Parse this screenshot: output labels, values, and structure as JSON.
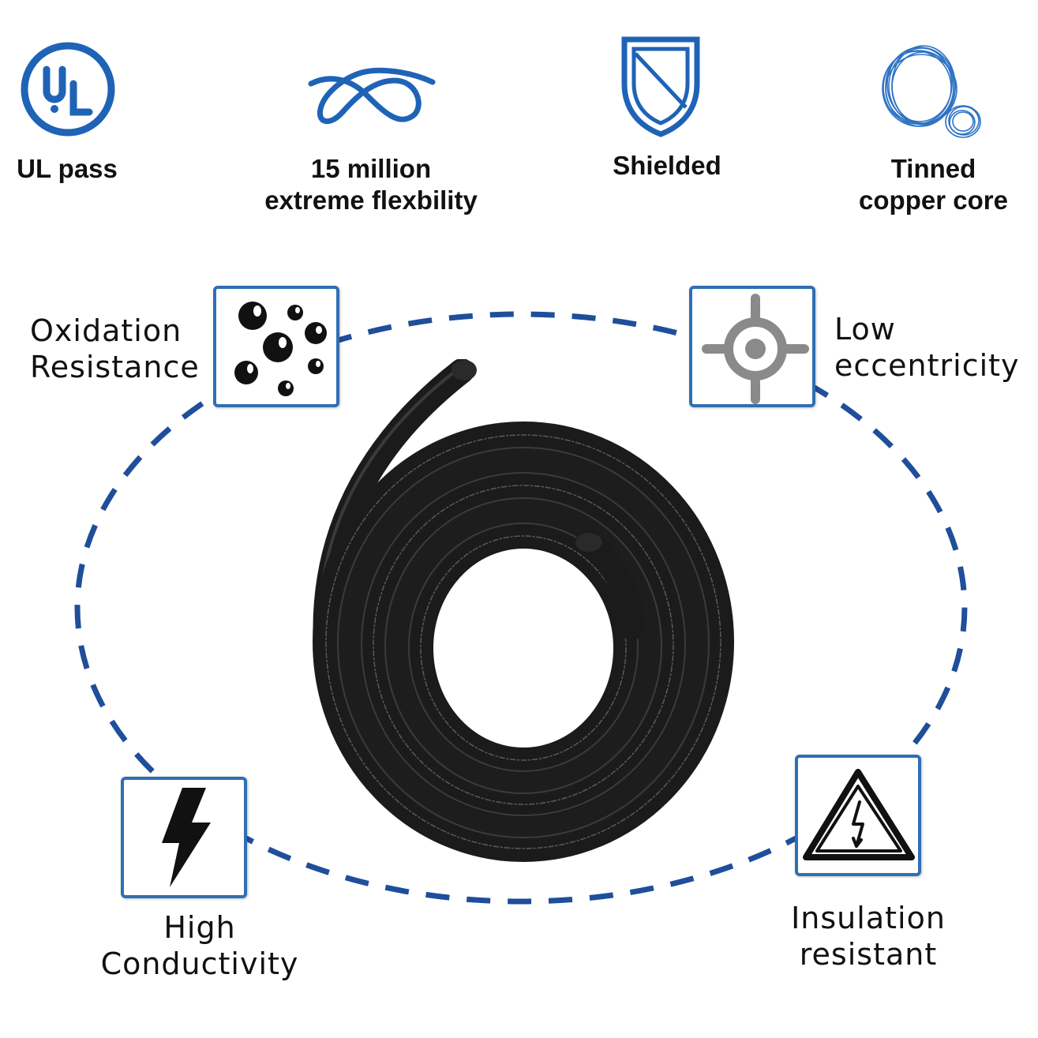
{
  "top_features": [
    {
      "icon": "ul-logo-icon",
      "label": "UL pass"
    },
    {
      "icon": "knot-icon",
      "label_line1": "15 million",
      "label_line2": "extreme flexbility"
    },
    {
      "icon": "shield-icon",
      "label": "Shielded"
    },
    {
      "icon": "wire-coil-icon",
      "label_line1": "Tinned",
      "label_line2": "copper core"
    }
  ],
  "ring_features": [
    {
      "icon": "particles-icon",
      "label_line1": "Oxidation",
      "label_line2": "Resistance"
    },
    {
      "icon": "target-icon",
      "label_line1": "Low",
      "label_line2": "eccentricity"
    },
    {
      "icon": "lightning-bolt-icon",
      "label_line1": "High",
      "label_line2": "Conductivity"
    },
    {
      "icon": "high-voltage-warning-icon",
      "label_line1": "Insulation",
      "label_line2": "resistant"
    }
  ],
  "colors": {
    "brand_blue": "#1f63b7",
    "dash_blue": "#1f4e9a",
    "cable_black": "#1b1b1b",
    "icon_gray": "#8a8a8a"
  }
}
